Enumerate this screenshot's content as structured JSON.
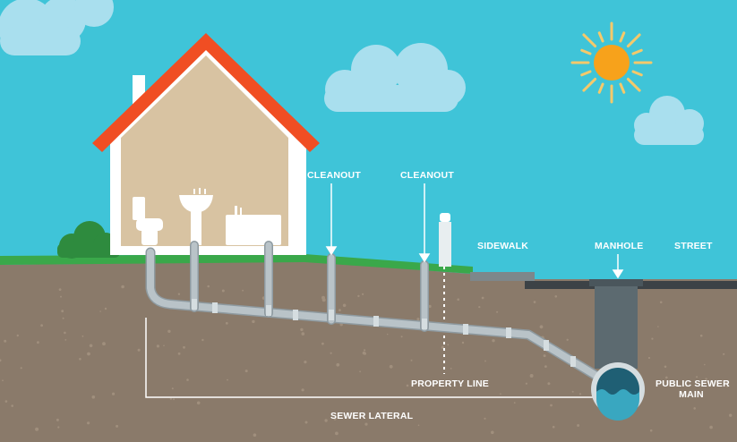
{
  "labels": {
    "cleanout_1": "CLEANOUT",
    "cleanout_2": "CLEANOUT",
    "sidewalk": "SIDEWALK",
    "manhole": "MANHOLE",
    "street": "STREET",
    "property_line": "PROPERTY LINE",
    "public_sewer_main_line1": "PUBLIC SEWER",
    "public_sewer_main_line2": "MAIN",
    "sewer_lateral": "SEWER LATERAL"
  },
  "colors": {
    "sky": "#3fc4d8",
    "cloud": "#a9dfee",
    "sun": "#f7a21b",
    "sun_rays": "#f5c96a",
    "roof": "#f04e23",
    "house_wall": "#ffffff",
    "house_interior": "#d8c3a2",
    "grass": "#3aa84a",
    "bush": "#2e8b3e",
    "soil": "#8a7a6a",
    "pipe": "#b9c3c8",
    "pipe_dark": "#8e9aa0",
    "manhole": "#5c6a70",
    "water": "#1f6f87",
    "water_light": "#39a7c0",
    "label": "#ffffff"
  },
  "icons": [
    "sun-icon",
    "cloud-icon",
    "bush-icon",
    "toilet-icon",
    "sink-icon",
    "bathtub-icon",
    "chimney-icon",
    "arrow-down-icon"
  ]
}
